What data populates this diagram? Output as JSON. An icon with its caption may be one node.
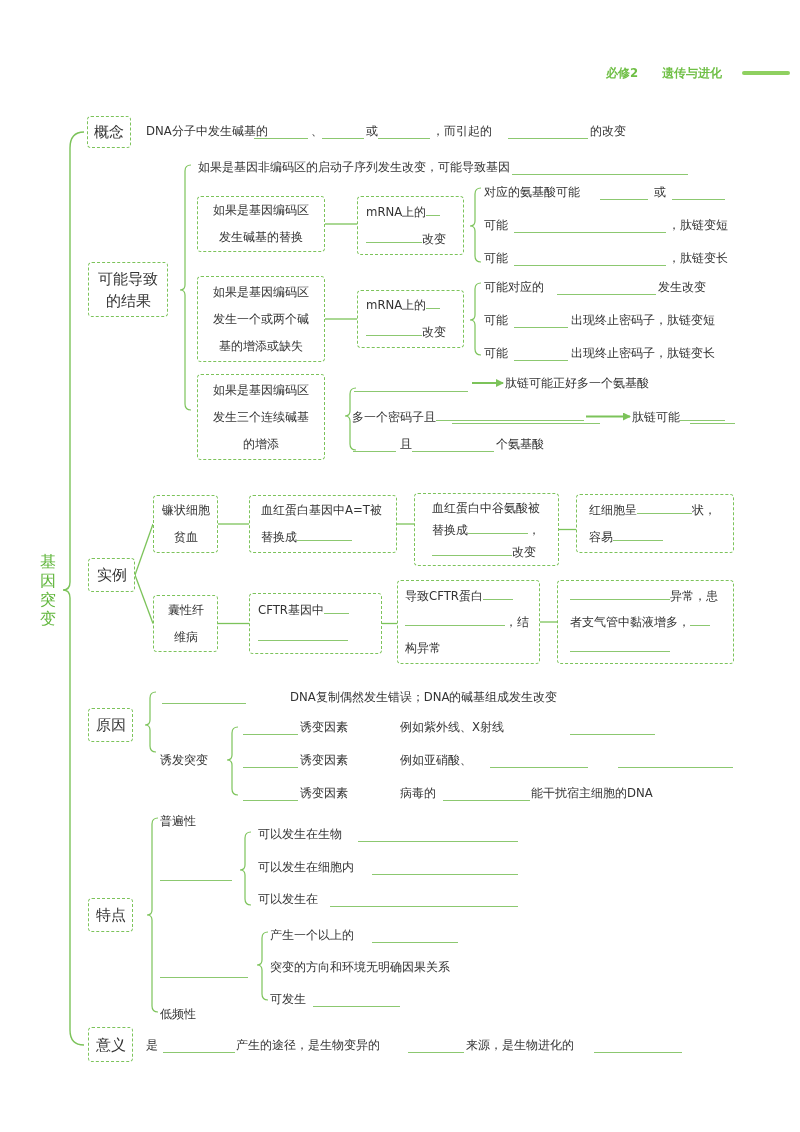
{
  "diagram": {
    "nodes": [
      {
        "text": [
          "概念"
        ]
      },
      {
        "text": [
          "可能导致的结果"
        ]
      },
      {
        "text": [
          "如果是基因编码区发生碱基的替换"
        ]
      },
      {
        "text": [
          "mRNA上的",
          "改变"
        ]
      },
      {
        "text": [
          "如果是基因编码区发生一个或两个碱基的增添或缺失"
        ]
      },
      {
        "text": [
          "mRNA上的",
          "改变"
        ]
      },
      {
        "text": [
          "如果是基因编码区发生三个连续碱基的增添"
        ]
      },
      {
        "text": [
          "肽链可能正好多一个氨基酸"
        ]
      },
      {
        "text": [
          "多一个密码子且"
        ]
      },
      {
        "text": [
          "肽链可能"
        ]
      },
      {
        "text": [
          "实例"
        ]
      },
      {
        "text": [
          "镰状细胞贫血"
        ]
      },
      {
        "text": [
          "血红蛋白基因中A=T被替换成"
        ]
      },
      {
        "text": [
          "血红蛋白中谷氨酸被替换成",
          "，",
          "改变"
        ]
      },
      {
        "text": [
          "红细胞呈",
          "状，容易"
        ]
      },
      {
        "text": [
          "囊性纤维病"
        ]
      },
      {
        "text": [
          "CFTR基因中"
        ]
      },
      {
        "text": [
          "导致CFTR蛋白",
          "，结构异常"
        ]
      },
      {
        "text": [
          "异常，患者支气管中黏液增多，"
        ]
      },
      {
        "text": [
          "原因"
        ]
      },
      {
        "text": [
          "特点"
        ]
      },
      {
        "text": [
          "意义"
        ]
      }
    ],
    "edges": [
      {
        "from": 2,
        "to": 3,
        "arrow": "none"
      },
      {
        "from": 4,
        "to": 5,
        "arrow": "none"
      },
      {
        "from": null,
        "to": 7,
        "arrow": "to"
      },
      {
        "from": 8,
        "to": 9,
        "arrow": "to"
      },
      {
        "from": 10,
        "to": 11,
        "arrow": "none"
      },
      {
        "from": 10,
        "to": 15,
        "arrow": "none"
      },
      {
        "from": 11,
        "to": 12,
        "arrow": "none"
      },
      {
        "from": 12,
        "to": 13,
        "arrow": "none"
      },
      {
        "from": 13,
        "to": 14,
        "arrow": "none"
      },
      {
        "from": 15,
        "to": 16,
        "arrow": "none"
      },
      {
        "from": 16,
        "to": 17,
        "arrow": "none"
      },
      {
        "from": 17,
        "to": 18,
        "arrow": "none"
      }
    ],
    "labels": [
      "必修2",
      "遗传与进化",
      "基因突变",
      "DNA分子中发生碱基的",
      "、",
      "或",
      "，而引起的",
      "的改变",
      "如果是基因非编码区的启动子序列发生改变，可能导致基因",
      "对应的氨基酸可能",
      "或",
      "可能",
      "，肽链变短",
      "可能",
      "，肽链变长",
      "可能对应的",
      "发生改变",
      "可能",
      "出现终止密码子，肽链变短",
      "可能",
      "出现终止密码子，肽链变长",
      "且",
      "个氨基酸",
      "DNA复制偶然发生错误；DNA的碱基组成发生改变",
      "诱发突变",
      "诱变因素",
      "例如紫外线、X射线",
      "诱变因素",
      "例如亚硝酸、",
      "诱变因素",
      "病毒的",
      "能干扰宿主细胞的DNA",
      "普遍性",
      "可以发生在生物",
      "可以发生在细胞内",
      "可以发生在",
      "产生一个以上的",
      "突变的方向和环境无明确因果关系",
      "可发生",
      "低频性",
      "是",
      "产生的途径，是生物变异的",
      "来源，是生物进化的"
    ]
  }
}
